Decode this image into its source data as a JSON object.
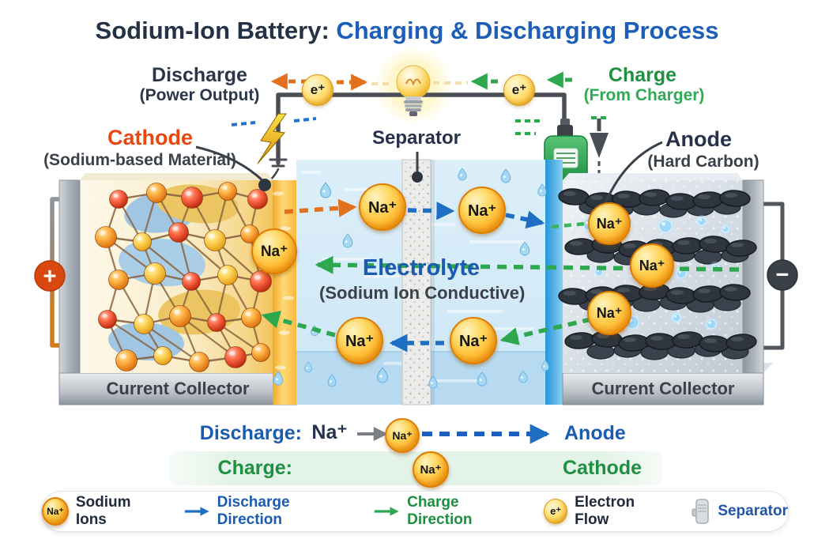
{
  "title": {
    "prefix": "Sodium-Ion Battery: ",
    "highlight": "Charging & Discharging Process"
  },
  "header": {
    "discharge": "Discharge",
    "discharge_sub": "(Power Output)",
    "charge": "Charge",
    "charge_sub": "(From Charger)"
  },
  "battery": {
    "cathode": "Cathode",
    "cathode_sub": "(Sodium-based Material)",
    "anode": "Anode",
    "anode_sub": "(Hard Carbon)",
    "separator": "Separator",
    "electrolyte": "Electrolyte",
    "electrolyte_sub": "(Sodium Ion Conductive)",
    "current_collector_left": "Current Collector",
    "current_collector_right": "Current Collector",
    "positive_terminal": "+",
    "negative_terminal": "−"
  },
  "particles": {
    "sodium_ion": "Na⁺",
    "electron": "e⁺"
  },
  "summary": {
    "discharge_label": "Discharge:",
    "discharge_ion": "Na⁺",
    "discharge_destination": "Anode",
    "charge_label": "Charge:",
    "charge_destination": "Cathode"
  },
  "legend": {
    "items": [
      {
        "icon": "sodium-ion-icon",
        "label": "Sodium Ions"
      },
      {
        "icon": "discharge-arrow-icon",
        "label": "Discharge Direction"
      },
      {
        "icon": "charge-arrow-icon",
        "label": "Charge Direction"
      },
      {
        "icon": "electron-icon",
        "label": "Electron Flow"
      },
      {
        "icon": "separator-icon",
        "label": "Separator"
      }
    ]
  },
  "colors": {
    "title_primary": "#243246",
    "title_accent": "#1d5fb8",
    "cathode_label": "#e8470f",
    "anode_label": "#26314a",
    "charge_green": "#1f8f41",
    "discharge_blue": "#1b5cb0",
    "orange_arrow": "#e2711d",
    "blue_arrow": "#1e6fc4",
    "green_arrow": "#2ea84f",
    "ion_yellow": "#ffc53d"
  }
}
